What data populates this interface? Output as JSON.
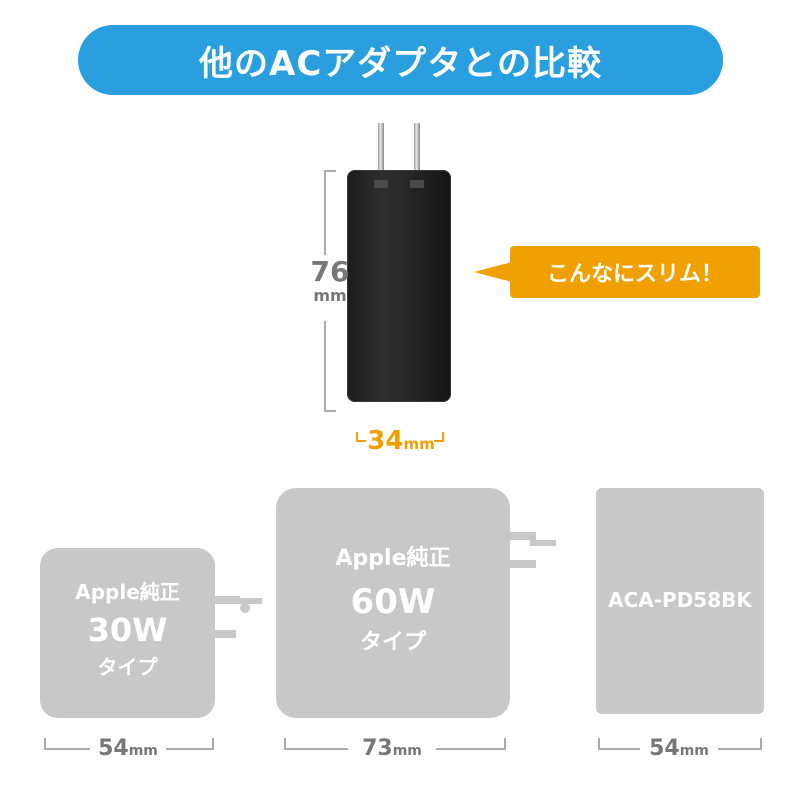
{
  "title": "他のACアダプタとの比較",
  "adapter": {
    "height_value": "76",
    "height_unit": "mm",
    "width_value": "34",
    "width_unit": "mm"
  },
  "callout": "こんなにスリム！",
  "comparisons": [
    {
      "line1": "Apple純正",
      "line2": "30W",
      "line3": "タイプ",
      "dim_value": "54",
      "dim_unit": "mm"
    },
    {
      "line1": "Apple純正",
      "line2": "60W",
      "line3": "タイプ",
      "dim_value": "73",
      "dim_unit": "mm"
    },
    {
      "line1": "ACA-PD58BK",
      "dim_value": "54",
      "dim_unit": "mm"
    }
  ],
  "colors": {
    "title_bg": "#2a9fe0",
    "accent": "#f0a000",
    "grey_box": "#c8c8c8",
    "adapter": "#222222"
  }
}
